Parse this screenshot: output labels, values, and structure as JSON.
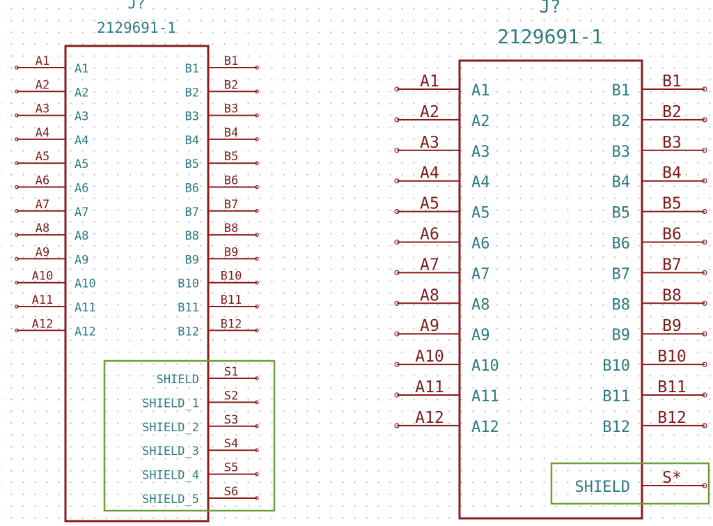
{
  "left_symbol": {
    "reference": "J?",
    "value": "2129691-1",
    "pins_left": [
      {
        "number": "A1",
        "name": "A1"
      },
      {
        "number": "A2",
        "name": "A2"
      },
      {
        "number": "A3",
        "name": "A3"
      },
      {
        "number": "A4",
        "name": "A4"
      },
      {
        "number": "A5",
        "name": "A5"
      },
      {
        "number": "A6",
        "name": "A6"
      },
      {
        "number": "A7",
        "name": "A7"
      },
      {
        "number": "A8",
        "name": "A8"
      },
      {
        "number": "A9",
        "name": "A9"
      },
      {
        "number": "A10",
        "name": "A10"
      },
      {
        "number": "A11",
        "name": "A11"
      },
      {
        "number": "A12",
        "name": "A12"
      }
    ],
    "pins_right": [
      {
        "number": "B1",
        "name": "B1"
      },
      {
        "number": "B2",
        "name": "B2"
      },
      {
        "number": "B3",
        "name": "B3"
      },
      {
        "number": "B4",
        "name": "B4"
      },
      {
        "number": "B5",
        "name": "B5"
      },
      {
        "number": "B6",
        "name": "B6"
      },
      {
        "number": "B7",
        "name": "B7"
      },
      {
        "number": "B8",
        "name": "B8"
      },
      {
        "number": "B9",
        "name": "B9"
      },
      {
        "number": "B10",
        "name": "B10"
      },
      {
        "number": "B11",
        "name": "B11"
      },
      {
        "number": "B12",
        "name": "B12"
      }
    ],
    "shield_pins": [
      {
        "number": "S1",
        "name": "SHIELD"
      },
      {
        "number": "S2",
        "name": "SHIELD_1"
      },
      {
        "number": "S3",
        "name": "SHIELD_2"
      },
      {
        "number": "S4",
        "name": "SHIELD_3"
      },
      {
        "number": "S5",
        "name": "SHIELD_4"
      },
      {
        "number": "S6",
        "name": "SHIELD_5"
      }
    ]
  },
  "right_symbol": {
    "reference": "J?",
    "value": "2129691-1",
    "pins_left": [
      {
        "number": "A1",
        "name": "A1"
      },
      {
        "number": "A2",
        "name": "A2"
      },
      {
        "number": "A3",
        "name": "A3"
      },
      {
        "number": "A4",
        "name": "A4"
      },
      {
        "number": "A5",
        "name": "A5"
      },
      {
        "number": "A6",
        "name": "A6"
      },
      {
        "number": "A7",
        "name": "A7"
      },
      {
        "number": "A8",
        "name": "A8"
      },
      {
        "number": "A9",
        "name": "A9"
      },
      {
        "number": "A10",
        "name": "A10"
      },
      {
        "number": "A11",
        "name": "A11"
      },
      {
        "number": "A12",
        "name": "A12"
      }
    ],
    "pins_right": [
      {
        "number": "B1",
        "name": "B1"
      },
      {
        "number": "B2",
        "name": "B2"
      },
      {
        "number": "B3",
        "name": "B3"
      },
      {
        "number": "B4",
        "name": "B4"
      },
      {
        "number": "B5",
        "name": "B5"
      },
      {
        "number": "B6",
        "name": "B6"
      },
      {
        "number": "B7",
        "name": "B7"
      },
      {
        "number": "B8",
        "name": "B8"
      },
      {
        "number": "B9",
        "name": "B9"
      },
      {
        "number": "B10",
        "name": "B10"
      },
      {
        "number": "B11",
        "name": "B11"
      },
      {
        "number": "B12",
        "name": "B12"
      }
    ],
    "shield_pins": [
      {
        "number": "S*",
        "name": "SHIELD"
      }
    ]
  },
  "colors": {
    "pin_line": "#8a1c1c",
    "pin_number": "#7a1d1d",
    "pin_name": "#2f7a80",
    "highlight": "#6e9e3a",
    "grid_dot": "#b8b8b8"
  }
}
